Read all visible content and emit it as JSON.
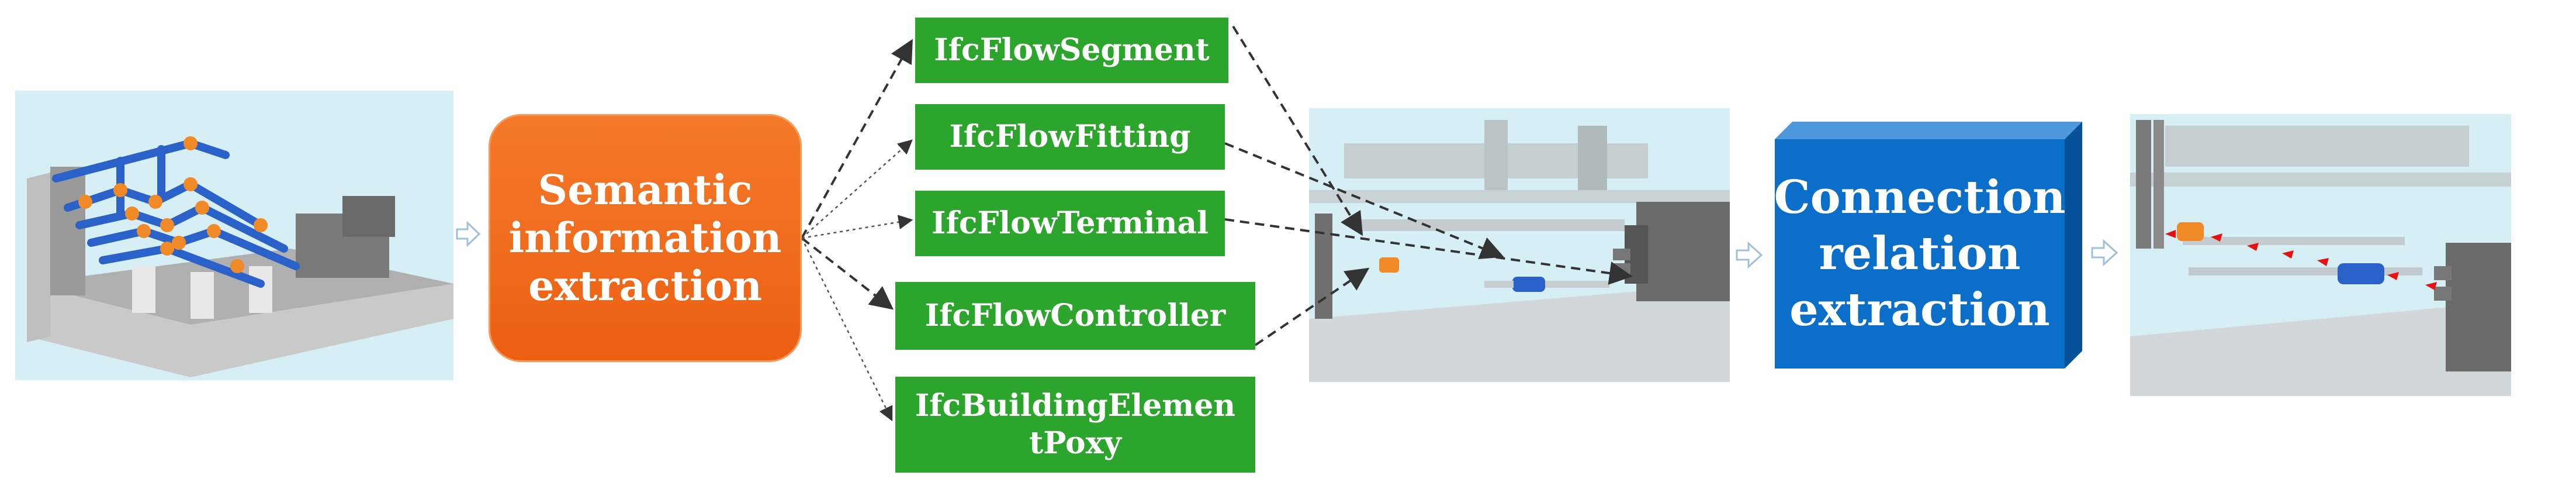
{
  "stages": {
    "semantic": "Semantic\ninformation\nextraction",
    "connection": "Connection\nrelation\nextraction"
  },
  "ifc_classes": [
    "IfcFlowSegment",
    "IfcFlowFitting",
    "IfcFlowTerminal",
    "IfcFlowController",
    "IfcBuildingElemen\ntPoxy"
  ],
  "colors": {
    "semantic_box": "#ec5f12",
    "ifc_box": "#2ca52c",
    "connection_box": "#0b6ec8",
    "pipe_blue": "#2a62c9",
    "fitting_orange": "#f08a26",
    "flow_arrow_red": "#e81010",
    "panel_background": "#d6eff5"
  }
}
